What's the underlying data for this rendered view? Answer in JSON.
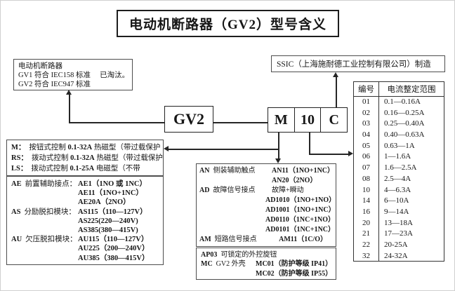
{
  "title": "电动机断路器（GV2）型号含义",
  "history_box": {
    "line1": "电动机断路器",
    "line2": "GV1 符合 IEC158 标准　 已淘汰。",
    "line3": "GV2 符合 IEC947 标准"
  },
  "manufacturer_box": {
    "text": "SSIC（上海施耐德工业控制有限公司）制造"
  },
  "model": {
    "series": "GV2",
    "part1": "M",
    "part2": "10",
    "part3": "C"
  },
  "control_box": {
    "rows": [
      {
        "code": "M：",
        "pre": "按钮式控制 ",
        "amp": "0.1-32A",
        "post": "  热磁型（带过载保护"
      },
      {
        "code": "RS：",
        "pre": "拨动式控制 ",
        "amp": "0.1-32A",
        "post": " 热磁型（带过载保护"
      },
      {
        "code": "LS：",
        "pre": "拨动式控制 ",
        "amp": "0.1-25A",
        "post": " 电磁型（不带"
      }
    ]
  },
  "front_module_box": {
    "rows": [
      {
        "code": "AE",
        "text": "前置辅助接点：",
        "value": "AE1（1NO 或 1NC）"
      },
      {
        "code": "",
        "text": "",
        "value": "AE11（1NO+1NC）"
      },
      {
        "code": "",
        "text": "",
        "value": "AE20A（2NO）"
      },
      {
        "code": "AS",
        "text": "分励脱扣模块：",
        "value": "AS115（110—127V）"
      },
      {
        "code": "",
        "text": "",
        "value": "AS225(220—240V)"
      },
      {
        "code": "",
        "text": "",
        "value": "AS385(380—415V)"
      },
      {
        "code": "AU",
        "text": "欠压脱扣模块：",
        "value": "AU115（110—127V）"
      },
      {
        "code": "",
        "text": "",
        "value": "AU225（200—240V）"
      },
      {
        "code": "",
        "text": "",
        "value": "AU385（380—415V）"
      }
    ]
  },
  "side_module_box": {
    "rows": [
      {
        "code": "AN",
        "text": "侧装辅助触点",
        "value": "AN11（1NO+1NC）"
      },
      {
        "code": "",
        "text": "",
        "value": "AN20（2NO）"
      },
      {
        "code": "AD",
        "text": "故障信号接点",
        "value": "故障+瞬动"
      },
      {
        "code": "",
        "text": "",
        "value": "AD1010（1NO+1NO）"
      },
      {
        "code": "",
        "text": "",
        "value": "AD1001（1NO+1NC）"
      },
      {
        "code": "",
        "text": "",
        "value": "AD0110（1NC+1NO）"
      },
      {
        "code": "",
        "text": "",
        "value": "AD0101（1NC+1NC）"
      },
      {
        "code": "AM",
        "text": "短路信号接点",
        "value": "AM11（1C/O）"
      }
    ]
  },
  "external_box": {
    "line1_code": "AP03",
    "line1_text": "可锁定的外控旋钮",
    "line2_code": "MC",
    "line2_text": "GV2 外壳",
    "line2_value": "MC01（防护等级 IP41）",
    "line3_value": "MC02（防护等级 IP55）"
  },
  "current_table": {
    "headers": [
      "编号",
      "电流整定范围"
    ],
    "rows": [
      [
        "01",
        "0.1—0.16A"
      ],
      [
        "02",
        "0.16—0.25A"
      ],
      [
        "03",
        "0.25—0.40A"
      ],
      [
        "04",
        "0.40—0.63A"
      ],
      [
        "05",
        "0.63—1A"
      ],
      [
        "06",
        "1—1.6A"
      ],
      [
        "07",
        "1.6—2.5A"
      ],
      [
        "08",
        "2.5—4A"
      ],
      [
        "10",
        "4—6.3A"
      ],
      [
        "14",
        "6—10A"
      ],
      [
        "16",
        "9—14A"
      ],
      [
        "20",
        "13—18A"
      ],
      [
        "21",
        "17—23A"
      ],
      [
        "22",
        "20-25A"
      ],
      [
        "32",
        "24-32A"
      ]
    ]
  },
  "colors": {
    "line": "#262626",
    "border": "#4d4d4d",
    "text": "#161616",
    "background": "#ffffff"
  }
}
